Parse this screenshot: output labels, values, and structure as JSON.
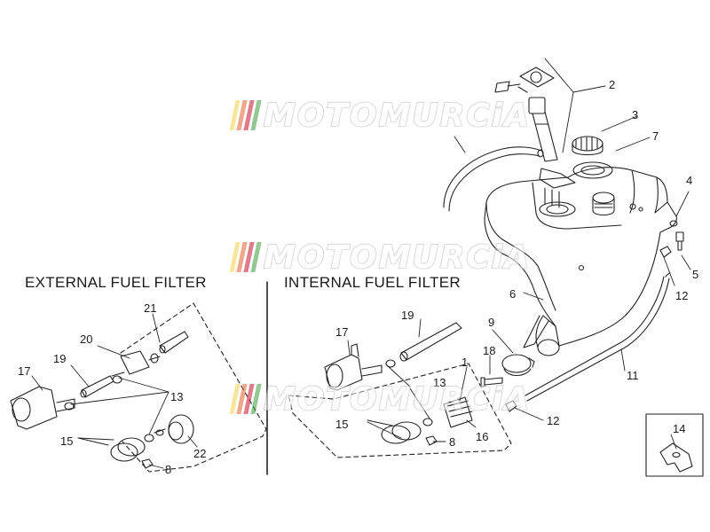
{
  "sections": {
    "external_label": "EXTERNAL FUEL FILTER",
    "internal_label": "INTERNAL FUEL FILTER"
  },
  "watermark": {
    "text": "MOTOMURCiA",
    "bar_colors": [
      "#f2d24a",
      "#e7612e",
      "#c8102e",
      "#3b9a3b"
    ]
  },
  "callouts": {
    "n1": "1",
    "n2": "2",
    "n3": "3",
    "n4": "4",
    "n5": "5",
    "n6": "6",
    "n7": "7",
    "n8": "8",
    "n9": "9",
    "n11": "11",
    "n12": "12",
    "n13": "13",
    "n14": "14",
    "n15": "15",
    "n16": "16",
    "n17": "17",
    "n18": "18",
    "n19": "19",
    "n20": "20",
    "n21": "21",
    "n22": "22"
  }
}
